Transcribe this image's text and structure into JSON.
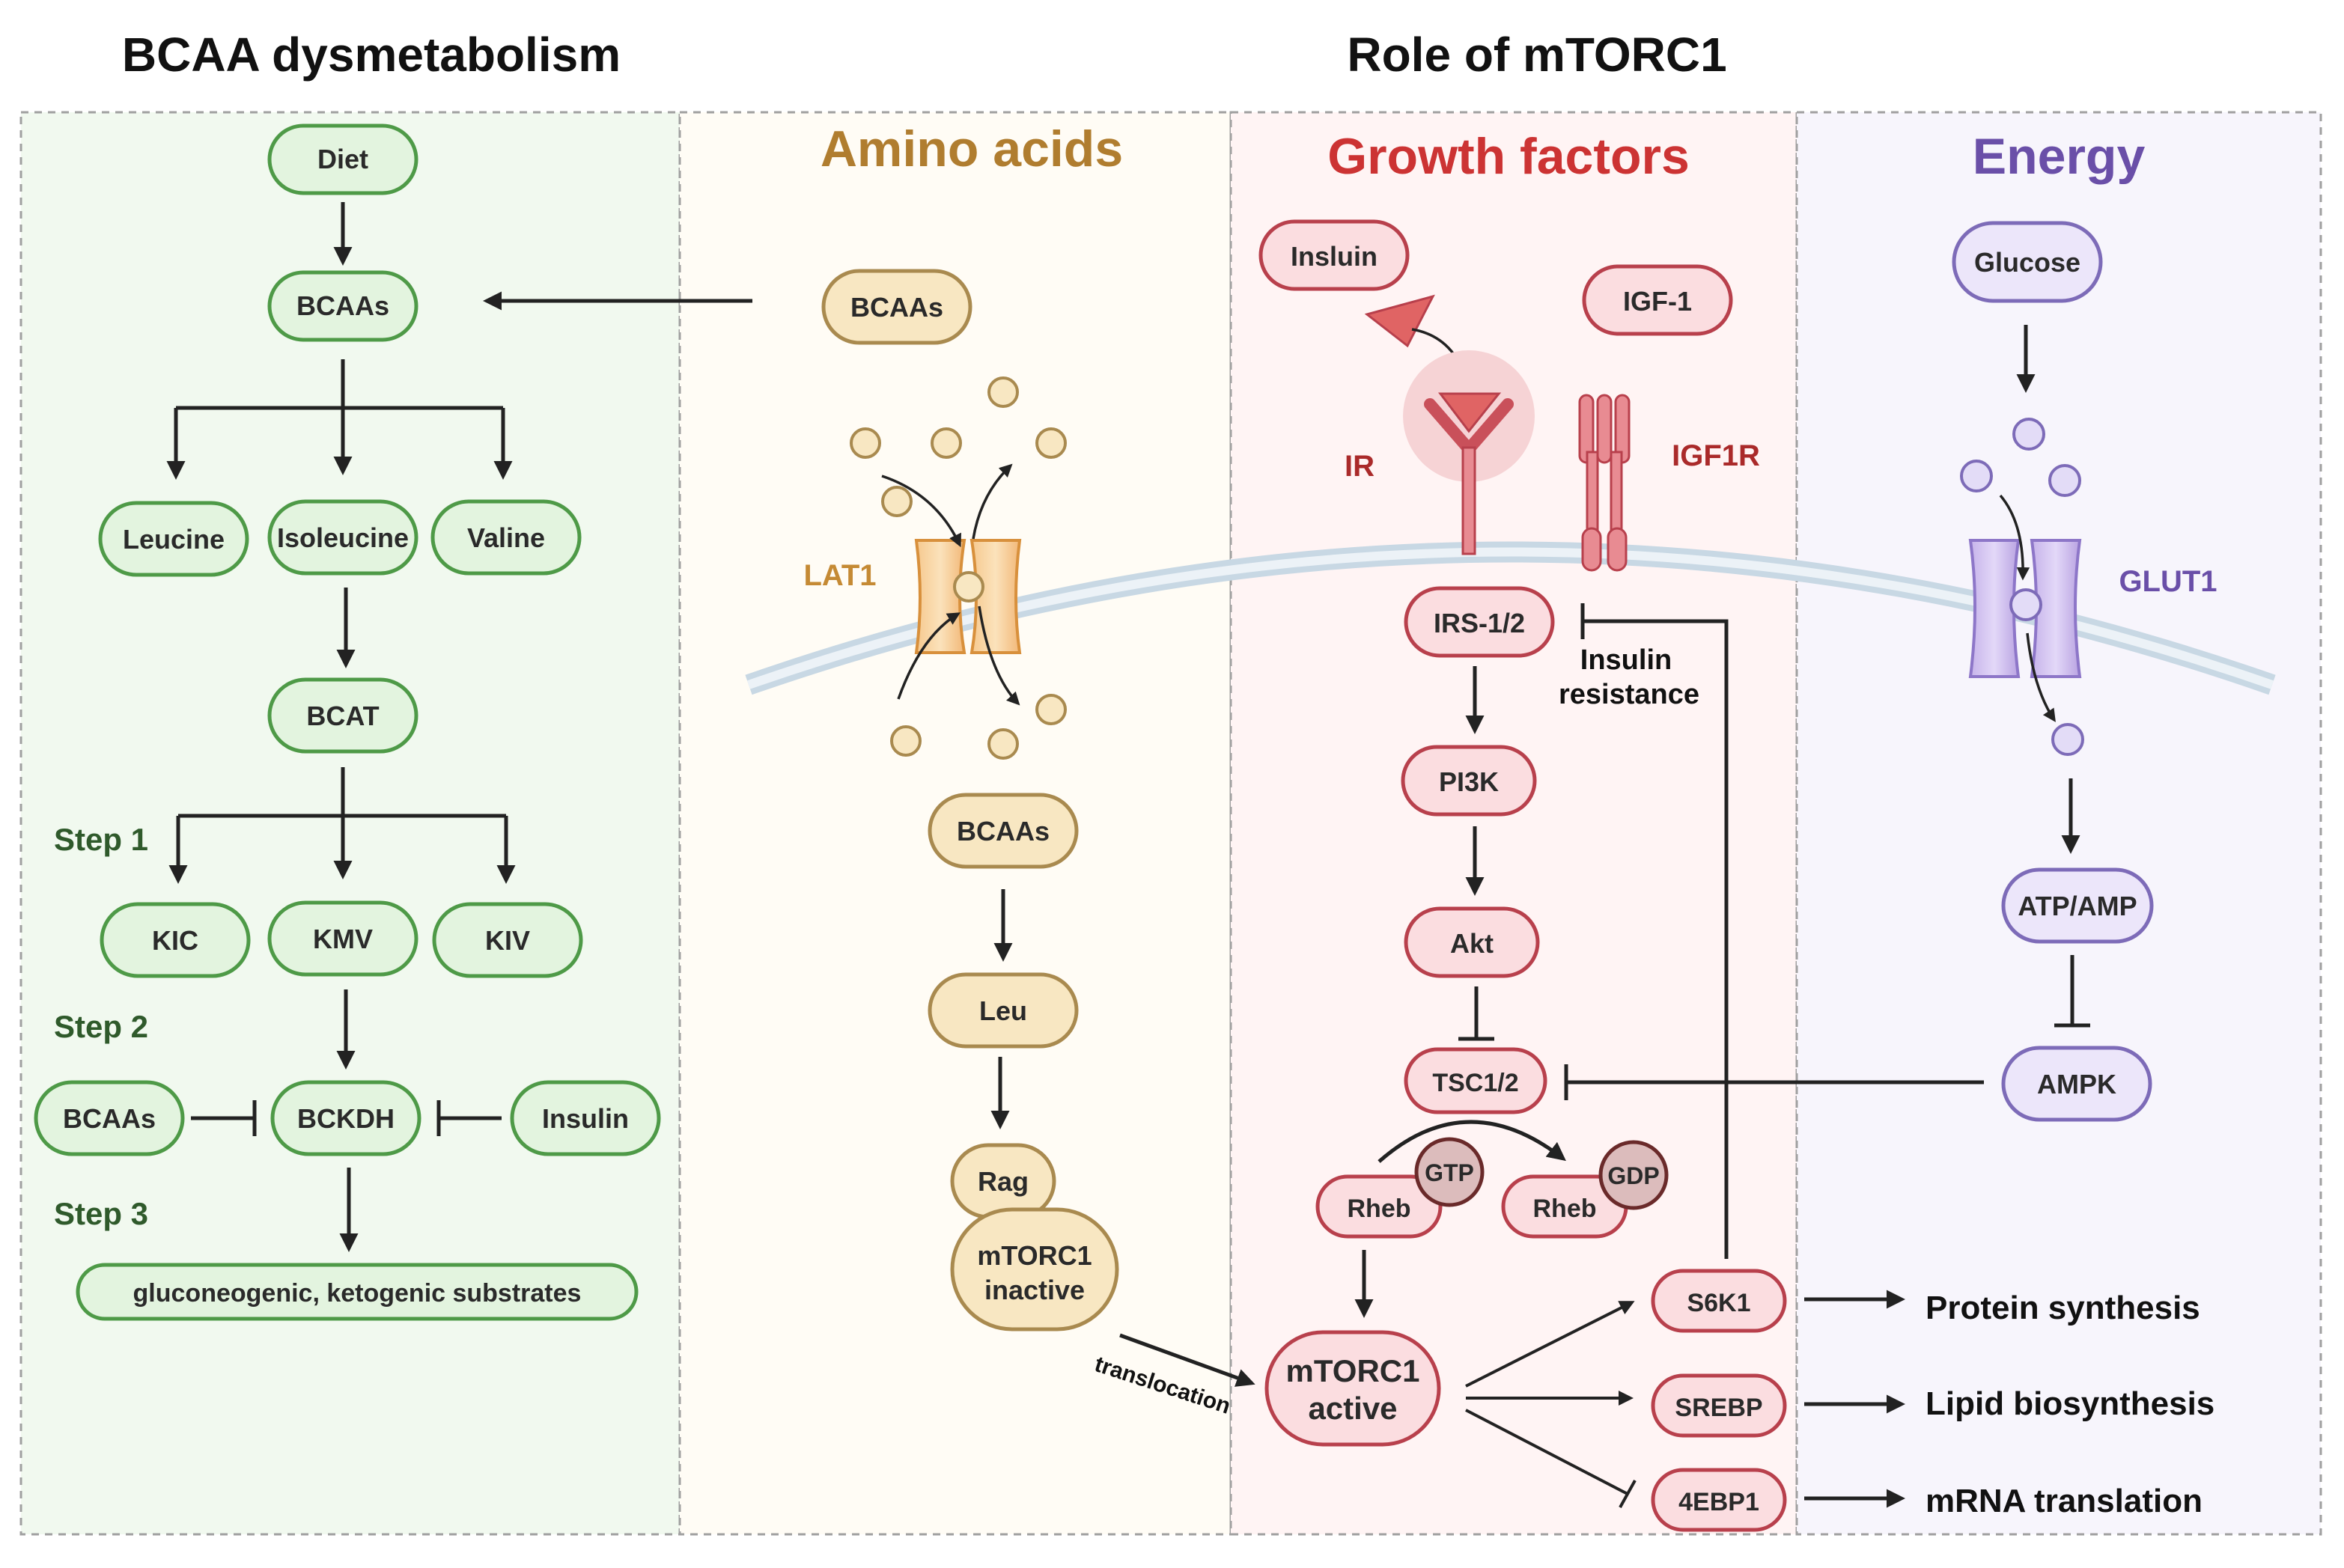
{
  "headers": {
    "bcaa_title": "BCAA dysmetabolism",
    "mtorc_title": "Role of mTORC1",
    "amino": "Amino acids",
    "growth": "Growth factors",
    "energy": "Energy"
  },
  "colors": {
    "green_fill": "#e3f4df",
    "green_stroke": "#4e9a47",
    "green_text": "#2f5a2b",
    "tan_fill": "#f8e7c2",
    "tan_stroke": "#a98a4f",
    "tan_text": "#9a6f2b",
    "red_fill": "#fbdde0",
    "red_stroke": "#b8404c",
    "red_text": "#cc3333",
    "purple_fill": "#ece6fa",
    "purple_stroke": "#7d6bb8",
    "purple_text": "#6a4fa8",
    "membrane": "#d4e2ec"
  },
  "bcaa": {
    "diet": "Diet",
    "bcaas": "BCAAs",
    "leucine": "Leucine",
    "isoleucine": "Isoleucine",
    "valine": "Valine",
    "bcat": "BCAT",
    "step1": "Step 1",
    "kic": "KIC",
    "kmv": "KMV",
    "kiv": "KIV",
    "step2": "Step 2",
    "bcaas_inhib": "BCAAs",
    "bckdh": "BCKDH",
    "insulin": "Insulin",
    "step3": "Step 3",
    "substrates": "gluconeogenic, ketogenic substrates"
  },
  "amino": {
    "bcaas_top": "BCAAs",
    "lat1": "LAT1",
    "bcaas": "BCAAs",
    "leu": "Leu",
    "rag": "Rag",
    "mtorc1_line1": "mTORC1",
    "mtorc1_line2": "inactive",
    "translocation": "translocation"
  },
  "growth": {
    "insulin": "Insluin",
    "igf1": "IGF-1",
    "ir": "IR",
    "igf1r": "IGF1R",
    "irs": "IRS-1/2",
    "insulin_res_line1": "Insulin",
    "insulin_res_line2": "resistance",
    "pi3k": "PI3K",
    "akt": "Akt",
    "tsc": "TSC1/2",
    "rheb1": "Rheb",
    "gtp": "GTP",
    "rheb2": "Rheb",
    "gdp": "GDP",
    "mtorc1_line1": "mTORC1",
    "mtorc1_line2": "active",
    "s6k1": "S6K1",
    "srebp": "SREBP",
    "ebp": "4EBP1"
  },
  "energy": {
    "glucose": "Glucose",
    "glut1": "GLUT1",
    "atp": "ATP/AMP",
    "ampk": "AMPK"
  },
  "outputs": {
    "protein": "Protein synthesis",
    "lipid": "Lipid biosynthesis",
    "mrna": "mRNA translation"
  }
}
